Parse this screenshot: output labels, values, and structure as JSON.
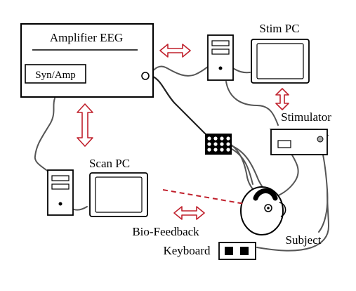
{
  "labels": {
    "amplifier": "Amplifier EEG",
    "syn_amp": "Syn/Amp",
    "stim_pc": "Stim PC",
    "stimulator": "Stimulator",
    "scan_pc": "Scan PC",
    "bio_feedback": "Bio-Feedback",
    "keyboard": "Keyboard",
    "subject": "Subject"
  },
  "colors": {
    "line": "#000000",
    "cable": "#555555",
    "arrow": "#c0202c",
    "feedback_dash": "#c0202c",
    "background": "#ffffff"
  }
}
